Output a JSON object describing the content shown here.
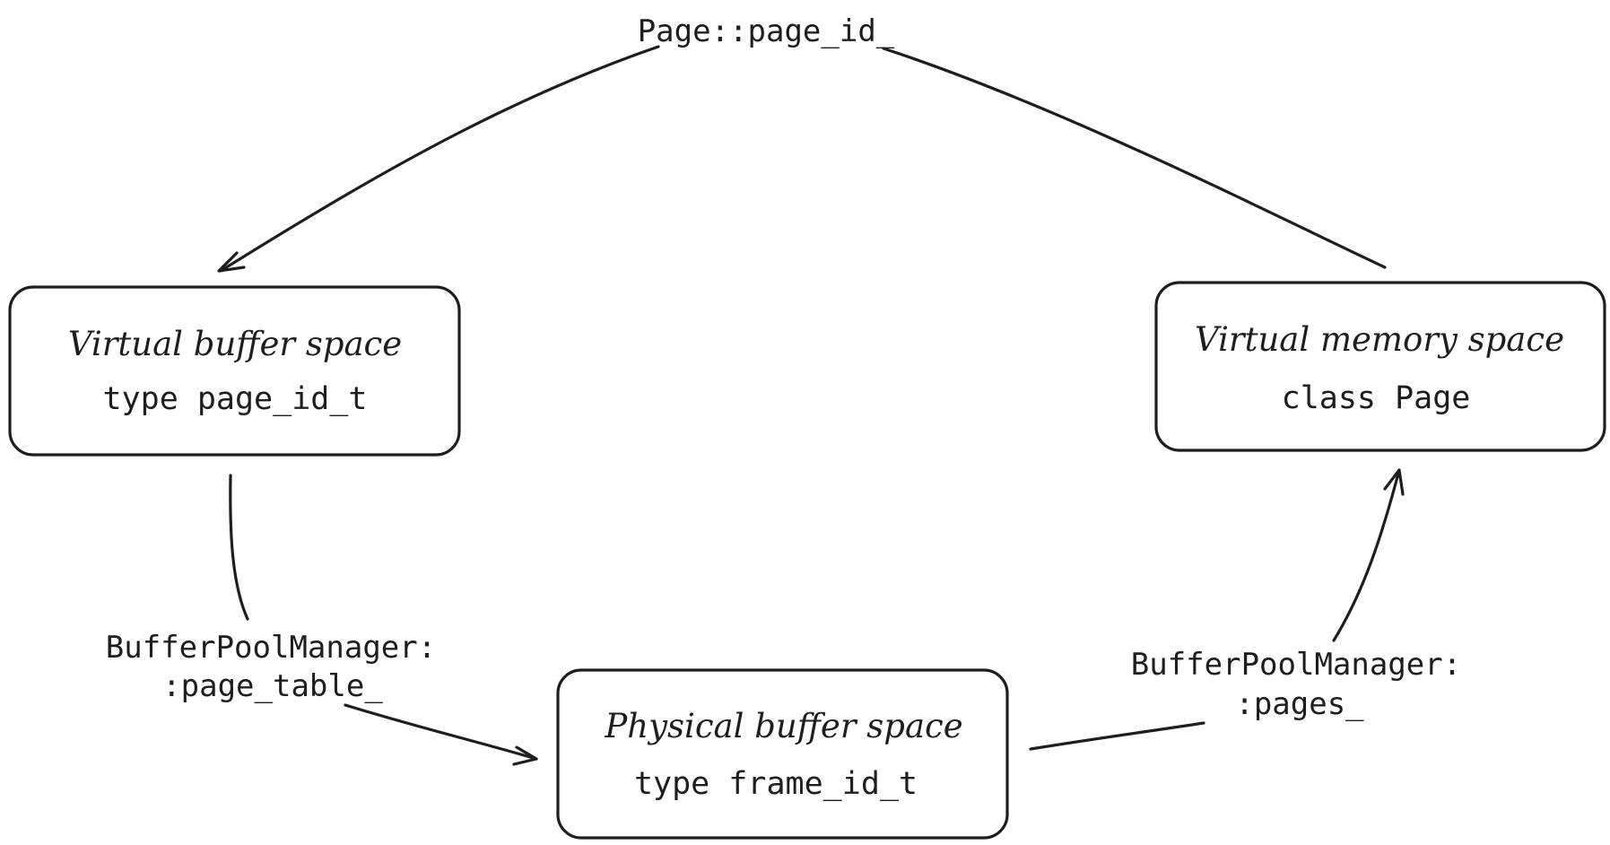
{
  "nodes": {
    "virtual_buffer": {
      "title": "Virtual buffer space",
      "code": "type page_id_t"
    },
    "virtual_memory": {
      "title": "Virtual memory space",
      "code": "class Page"
    },
    "physical_buffer": {
      "title": "Physical buffer space",
      "code": "type frame_id_t"
    }
  },
  "edges": {
    "page_id": {
      "from": "Virtual memory space",
      "to": "Virtual buffer space",
      "label": "Page::page_id_"
    },
    "page_table": {
      "from": "Virtual buffer space",
      "to": "Physical buffer space",
      "label_line1": "BufferPoolManager:",
      "label_line2": ":page_table_"
    },
    "pages": {
      "from": "Physical buffer space",
      "to": "Virtual memory space",
      "label_line1": "BufferPoolManager:",
      "label_line2": ":pages_"
    }
  },
  "colors": {
    "stroke": "#1e1e1e",
    "background": "#ffffff"
  }
}
